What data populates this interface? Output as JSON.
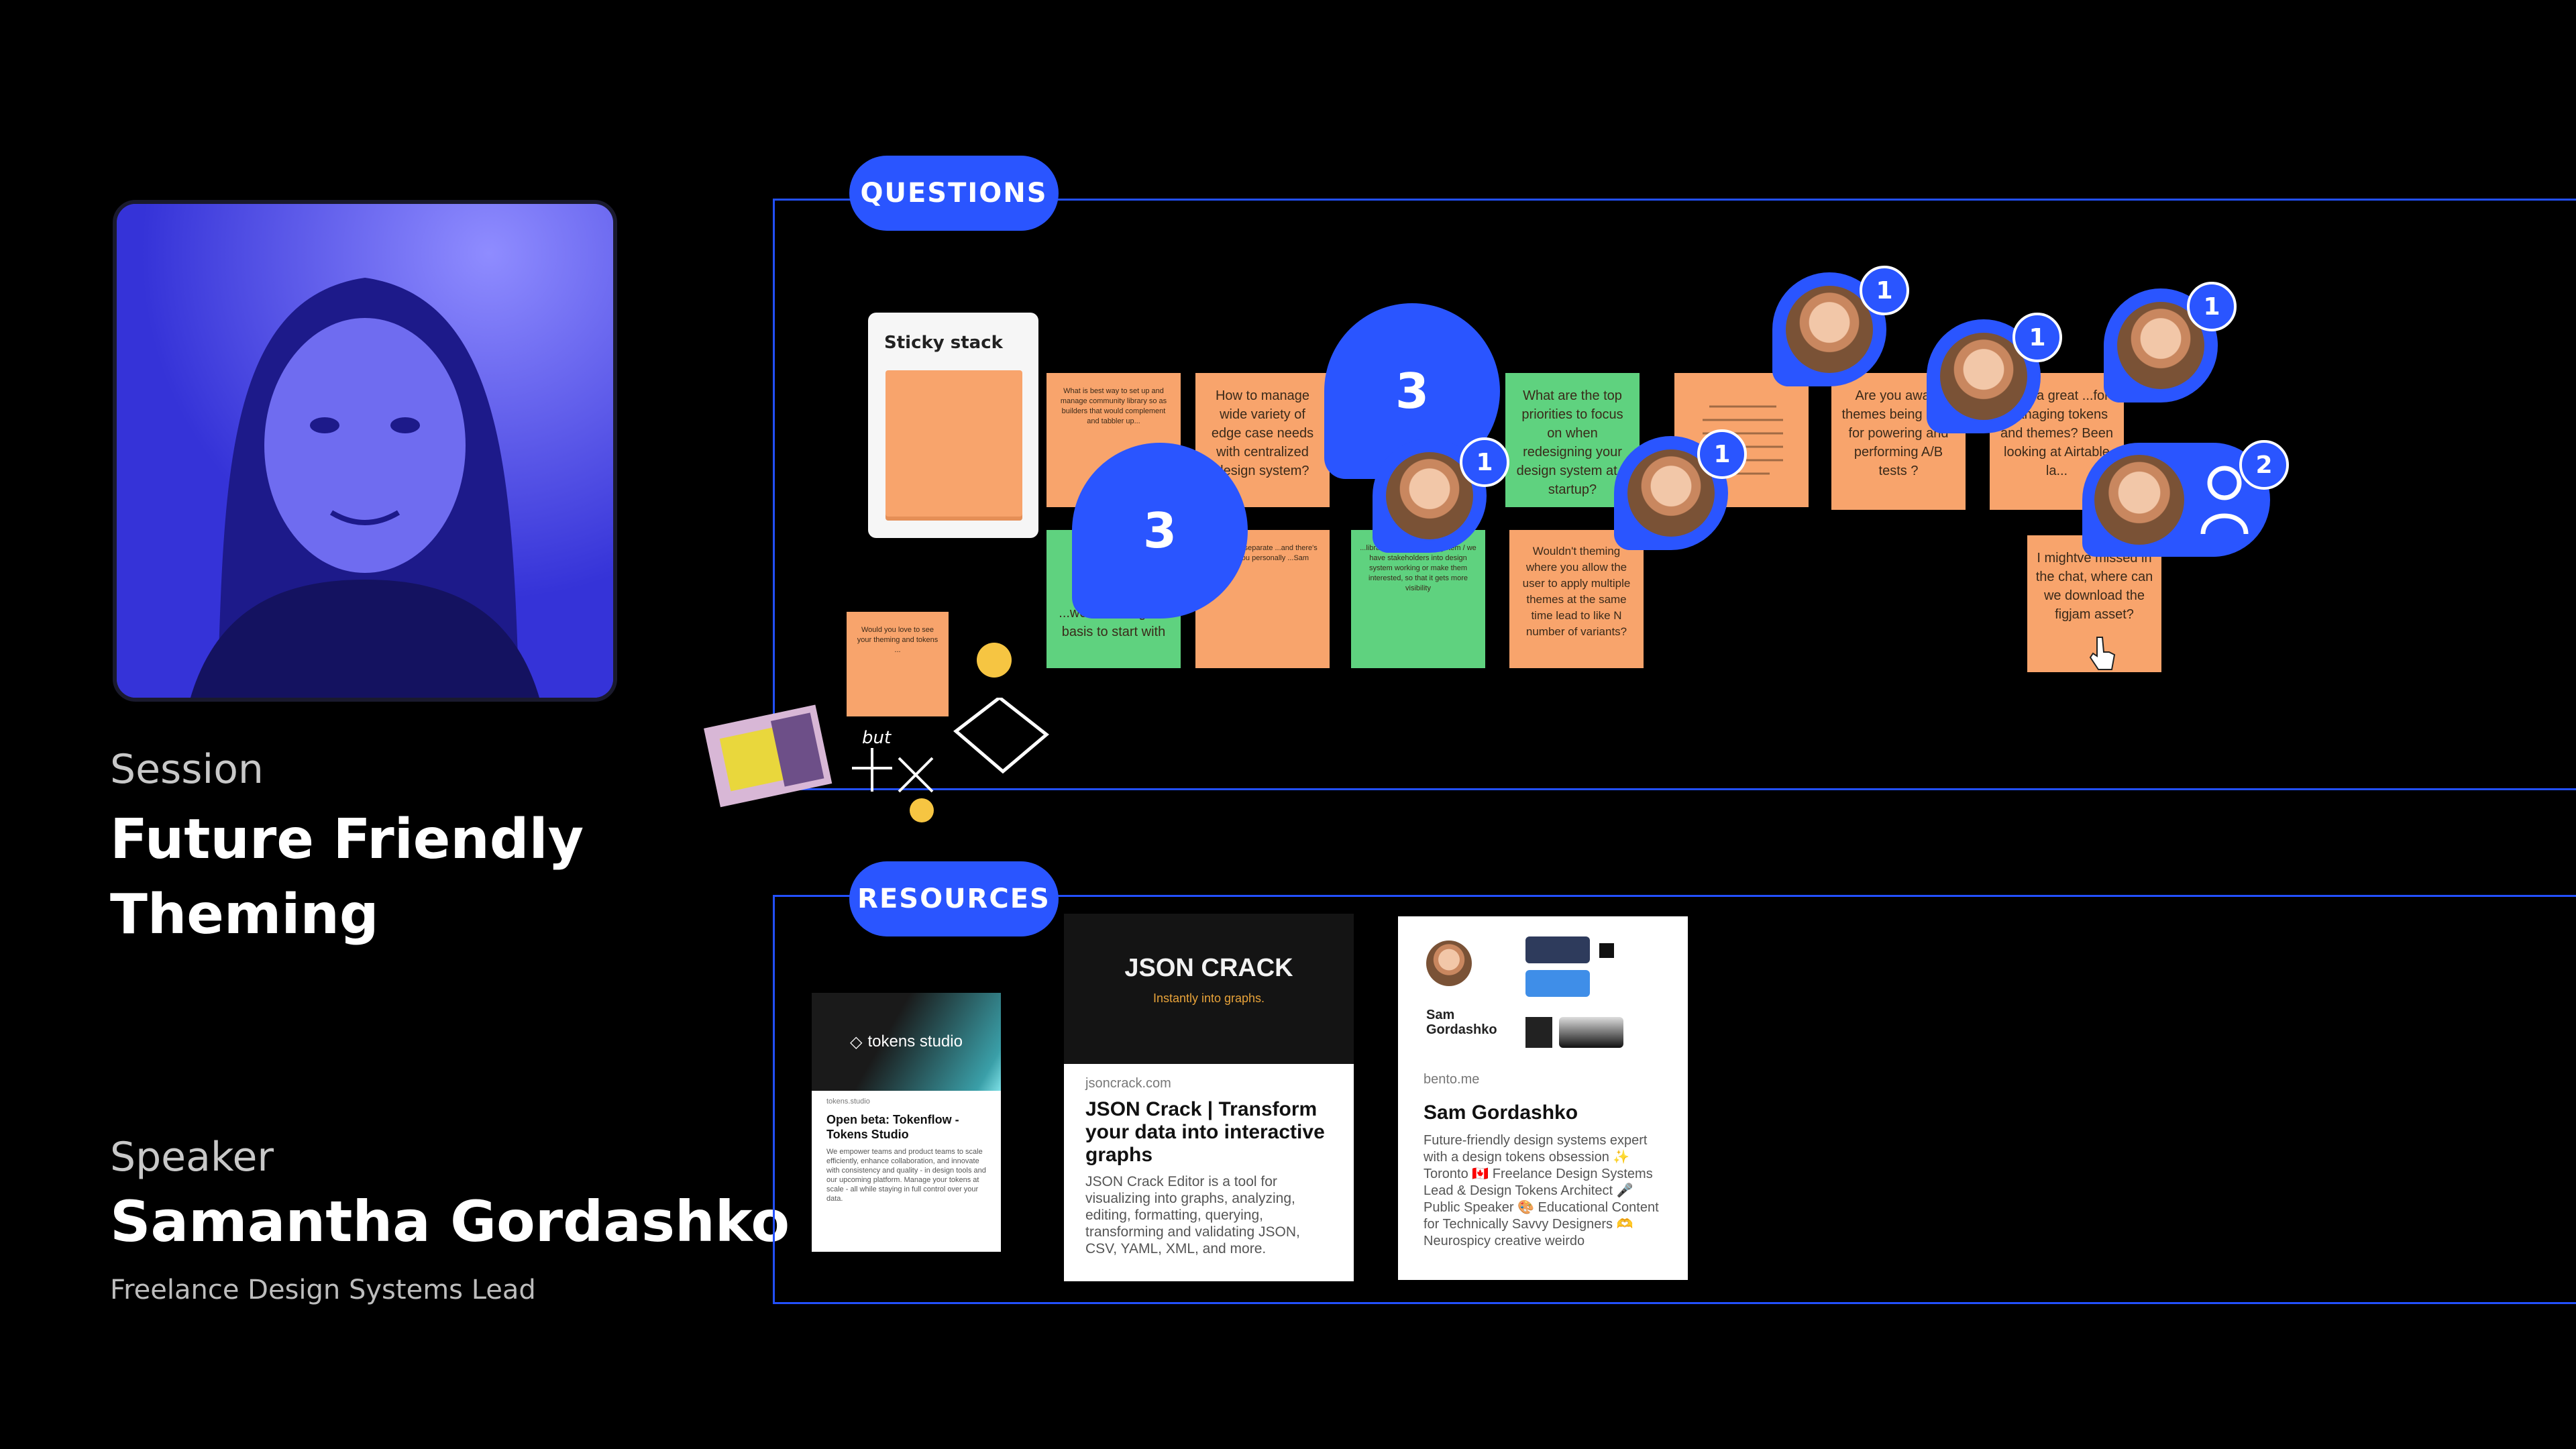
{
  "session": {
    "label": "Session",
    "title_line1": "Future Friendly",
    "title_line2": "Theming"
  },
  "speaker": {
    "label": "Speaker",
    "name": "Samantha Gordashko",
    "role": "Freelance Design Systems Lead"
  },
  "questions": {
    "label": "QUESTIONS",
    "sticky_stack_label": "Sticky stack",
    "notes": [
      "What is best way to set up and manage community library so as builders that would complement and tabbler up...",
      "How to manage wide variety of edge case needs with centralized design system?",
      "What are the top priorities to focus on when redesigning your design system at a startup?",
      "Are you aware themes being used for powering and performing A/B tests ?",
      "...t is a great ...for managing tokens and themes? Been looking at Airtable la...",
      "I mightve missed in the chat, where can we download the figjam asset?",
      "...would be a good basis to start with",
      "...library is built in and / system / we have stakeholders into design system working or make them interested, so that it gets more visibility",
      "Wouldn't theming where you allow the user to apply multiple themes at the same time lead to like N number of variants?",
      "Would you love to see your theming and tokens ...",
      "...to set up separate ...and there's ...how you personally ...Sam"
    ],
    "bubbles": [
      {
        "count": "3"
      },
      {
        "count": "3"
      }
    ],
    "avatar_badges": [
      "1",
      "1",
      "1",
      "1",
      "1",
      "2"
    ],
    "doodle_text": "but"
  },
  "resources": {
    "label": "RESOURCES",
    "cards": [
      {
        "brand": "tokens studio",
        "source": "tokens.studio",
        "title": "Open beta: Tokenflow - Tokens Studio",
        "desc": "We empower teams and product teams to scale efficiently, enhance collaboration, and innovate with consistency and quality - in design tools and our upcoming platform. Manage your tokens at scale - all while staying in full control over your data."
      },
      {
        "brand": "JSON CRACK",
        "tagline": "Instantly into graphs.",
        "source": "jsoncrack.com",
        "title": "JSON Crack | Transform your data into interactive graphs",
        "desc": "JSON Crack Editor is a tool for visualizing into graphs, analyzing, editing, formatting, querying, transforming and validating JSON, CSV, YAML, XML, and more."
      },
      {
        "profile_name": "Sam Gordashko",
        "source": "bento.me",
        "title": "Sam Gordashko",
        "desc": "Future-friendly design systems expert with a design tokens obsession ✨ Toronto 🇨🇦 Freelance Design Systems Lead & Design Tokens Architect 🎤 Public Speaker 🎨 Educational Content for Technically Savvy Designers 🫶 Neurospicy creative weirdo"
      }
    ]
  }
}
